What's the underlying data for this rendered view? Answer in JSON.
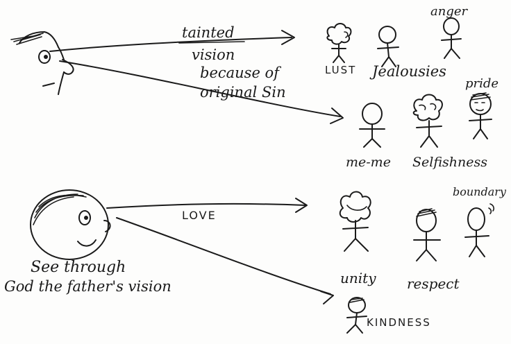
{
  "top_section": {
    "arrow_label_line1": "tainted",
    "arrow_label_line2": "vision",
    "arrow_label_line3": "because of",
    "arrow_label_line4": "original Sin",
    "figures": {
      "lust": "LUST",
      "jealousies": "Jealousies",
      "anger": "anger",
      "me_me": "me-me",
      "selfishness": "Selfishness",
      "pride": "pride"
    }
  },
  "bottom_section": {
    "arrow_label": "LOVE",
    "caption_line1": "See through",
    "caption_line2": "God the father's vision",
    "figures": {
      "unity": "unity",
      "respect": "respect",
      "boundary": "boundary",
      "kindness": "KINDNESS"
    }
  },
  "ink_color": "#1a1a1a",
  "paper_color": "#fdfdfc"
}
